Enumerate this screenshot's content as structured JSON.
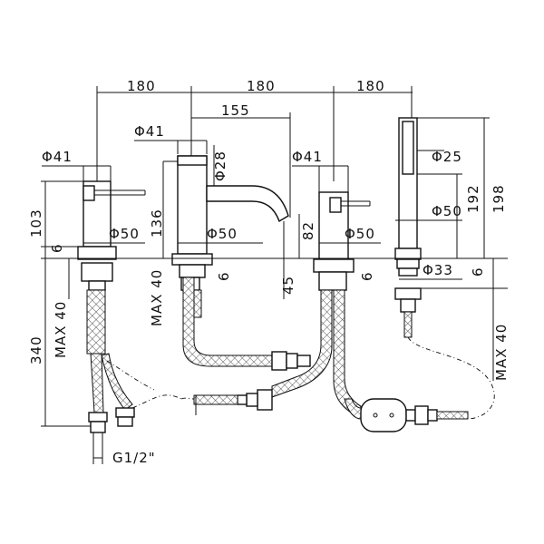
{
  "labels": {
    "d180a": "180",
    "d180b": "180",
    "d180c": "180",
    "d155": "155",
    "phi41a": "Φ41",
    "phi41b": "Φ41",
    "phi41c": "Φ41",
    "phi28": "Φ28",
    "phi25": "Φ25",
    "phi50a": "Φ50",
    "phi50b": "Φ50",
    "phi50c": "Φ50",
    "phi50d": "Φ50",
    "phi33": "Φ33",
    "d103": "103",
    "d136": "136",
    "d192": "192",
    "d198": "198",
    "d82": "82",
    "d45": "45",
    "d6a": "6",
    "d6b": "6",
    "d6c": "6",
    "d6d": "6",
    "d340": "340",
    "max40a": "MAX 40",
    "max40b": "MAX 40",
    "max40c": "MAX 40",
    "g12": "G1/2\""
  }
}
